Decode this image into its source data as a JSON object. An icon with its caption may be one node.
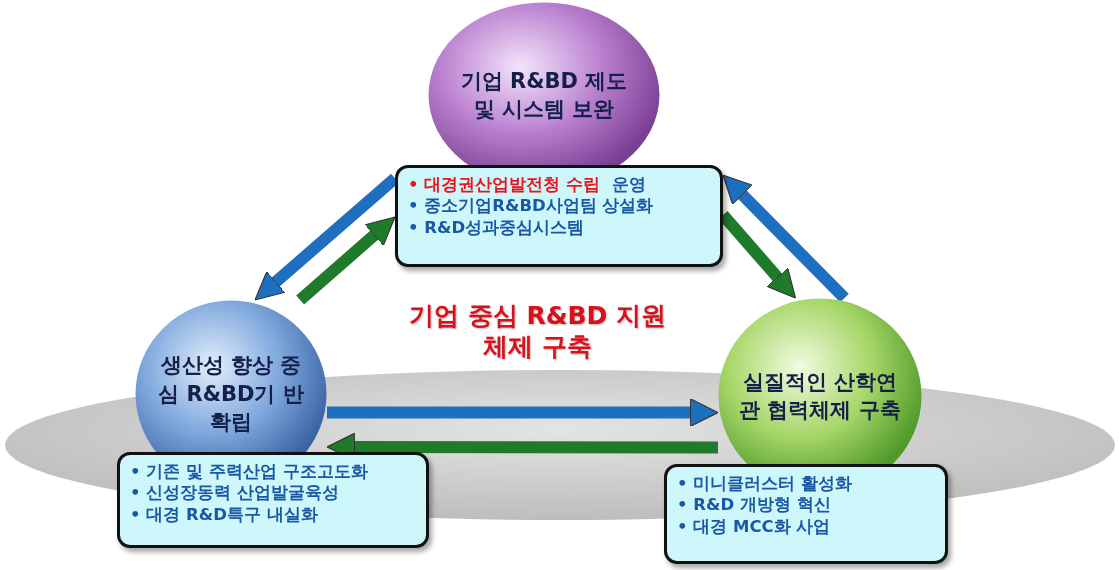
{
  "diagram": {
    "nodes": [
      {
        "text": [
          "기업 R&BD 제도 및 시스템 보완"
        ]
      },
      {
        "text": [
          "• 대경권산업발전청 수립",
          "운영",
          "• 중소기업R&BD사업팀 상설화",
          "• R&D성과중심시스템"
        ]
      },
      {
        "text": [
          "생산성 향상 중심 R&BD기 반확립"
        ]
      },
      {
        "text": [
          "• 기존 및 주력산업 구조고도화",
          "• 신성장동력 산업발굴육성",
          "• 대경 R&D특구 내실화"
        ]
      },
      {
        "text": [
          "실질적인 산학연 관 협력체제 구축"
        ]
      },
      {
        "text": [
          "• 미니클러스터 활성화",
          "• R&D 개방형 혁신",
          "• 대경 MCC화 사업"
        ]
      }
    ],
    "edges": [
      {
        "from": 1,
        "to": 2,
        "arrow": "to",
        "color": "#1f6fc0"
      },
      {
        "from": 2,
        "to": 1,
        "arrow": "to",
        "color": "#1f7a2a"
      },
      {
        "from": 1,
        "to": 4,
        "arrow": "to",
        "color": "#1f7a2a"
      },
      {
        "from": 4,
        "to": 1,
        "arrow": "to",
        "color": "#1f6fc0"
      },
      {
        "from": 2,
        "to": 4,
        "arrow": "to",
        "color": "#1f6fc0"
      },
      {
        "from": 4,
        "to": 2,
        "arrow": "to",
        "color": "#1f7a2a"
      }
    ],
    "labels": [
      "기업 중심 R&BD 지원체제 구축"
    ]
  }
}
